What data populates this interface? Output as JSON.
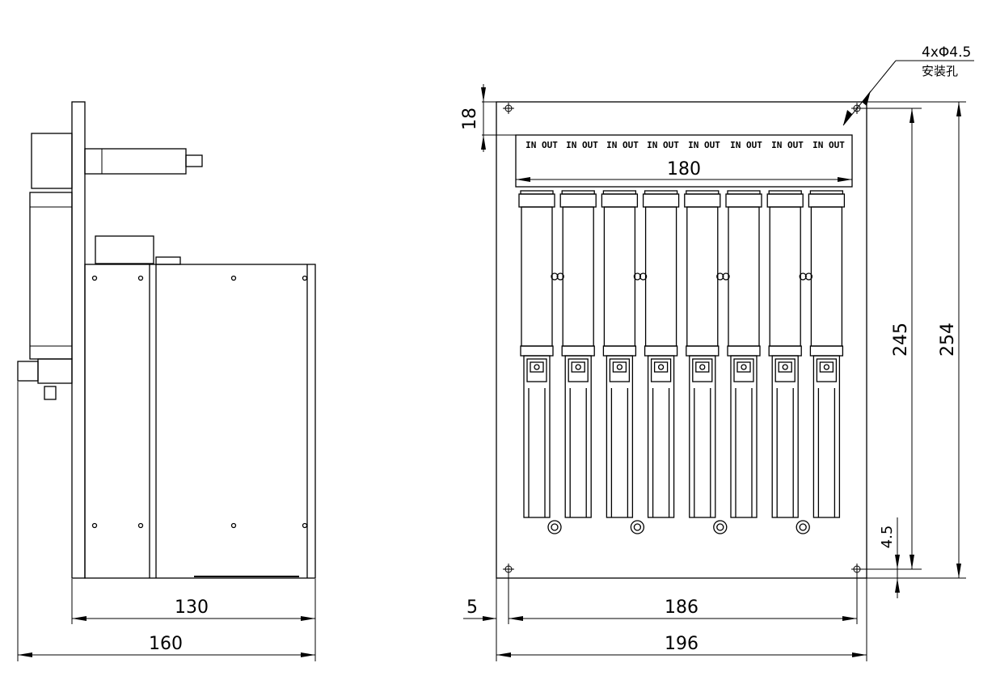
{
  "side_view": {
    "dims": {
      "depth_inner": "130",
      "depth_total": "160"
    }
  },
  "front_view": {
    "dims": {
      "top_offset": "18",
      "label_strip_width": "180",
      "hole_spacing_h": "186",
      "total_width": "196",
      "edge_offset": "5",
      "hole_spacing_v": "245",
      "total_height": "254",
      "bottom_offset": "4.5"
    },
    "hole_callout": {
      "spec": "4xΦ4.5",
      "note": "安装孔"
    },
    "port_labels": [
      "IN OUT",
      "IN OUT",
      "IN OUT",
      "IN OUT",
      "IN OUT",
      "IN OUT",
      "IN OUT",
      "IN OUT"
    ]
  }
}
